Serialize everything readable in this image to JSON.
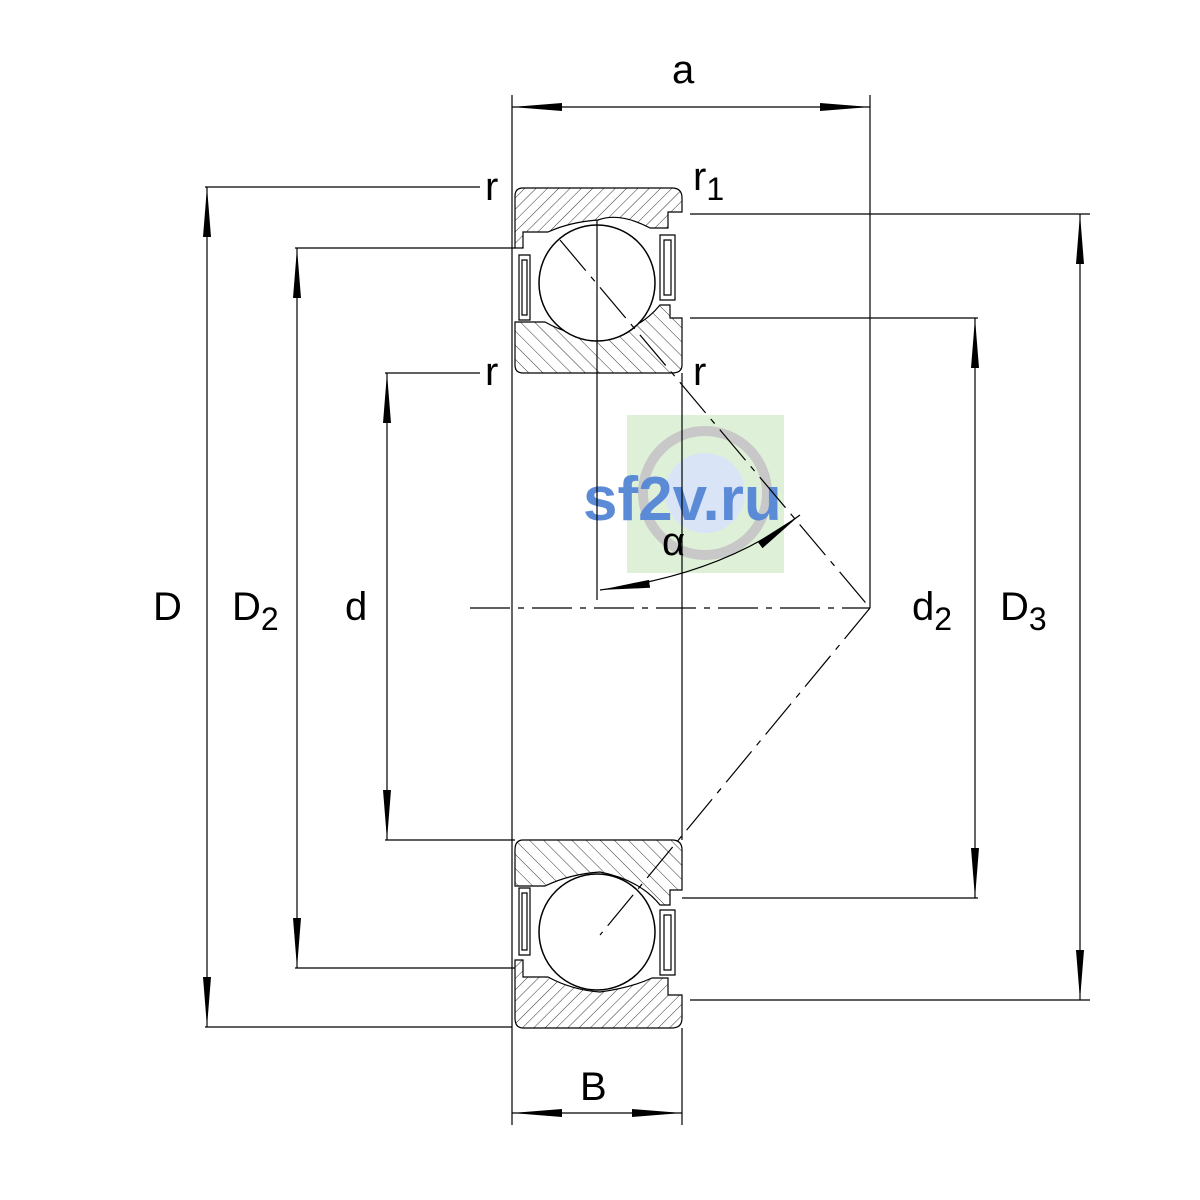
{
  "diagram": {
    "labels": {
      "a": "a",
      "B": "B",
      "D": "D",
      "D2_main": "D",
      "D2_sub": "2",
      "d": "d",
      "d2_main": "d",
      "d2_sub": "2",
      "D3_main": "D",
      "D3_sub": "3",
      "r_top_left": "r",
      "r1_main": "r",
      "r1_sub": "1",
      "r_mid_left": "r",
      "r_mid_right": "r",
      "alpha": "α"
    },
    "watermark": "sf2v.ru",
    "colors": {
      "line": "#000000",
      "watermark_text": "#5b8bd6",
      "watermark_bg": "#dff0d8"
    }
  }
}
